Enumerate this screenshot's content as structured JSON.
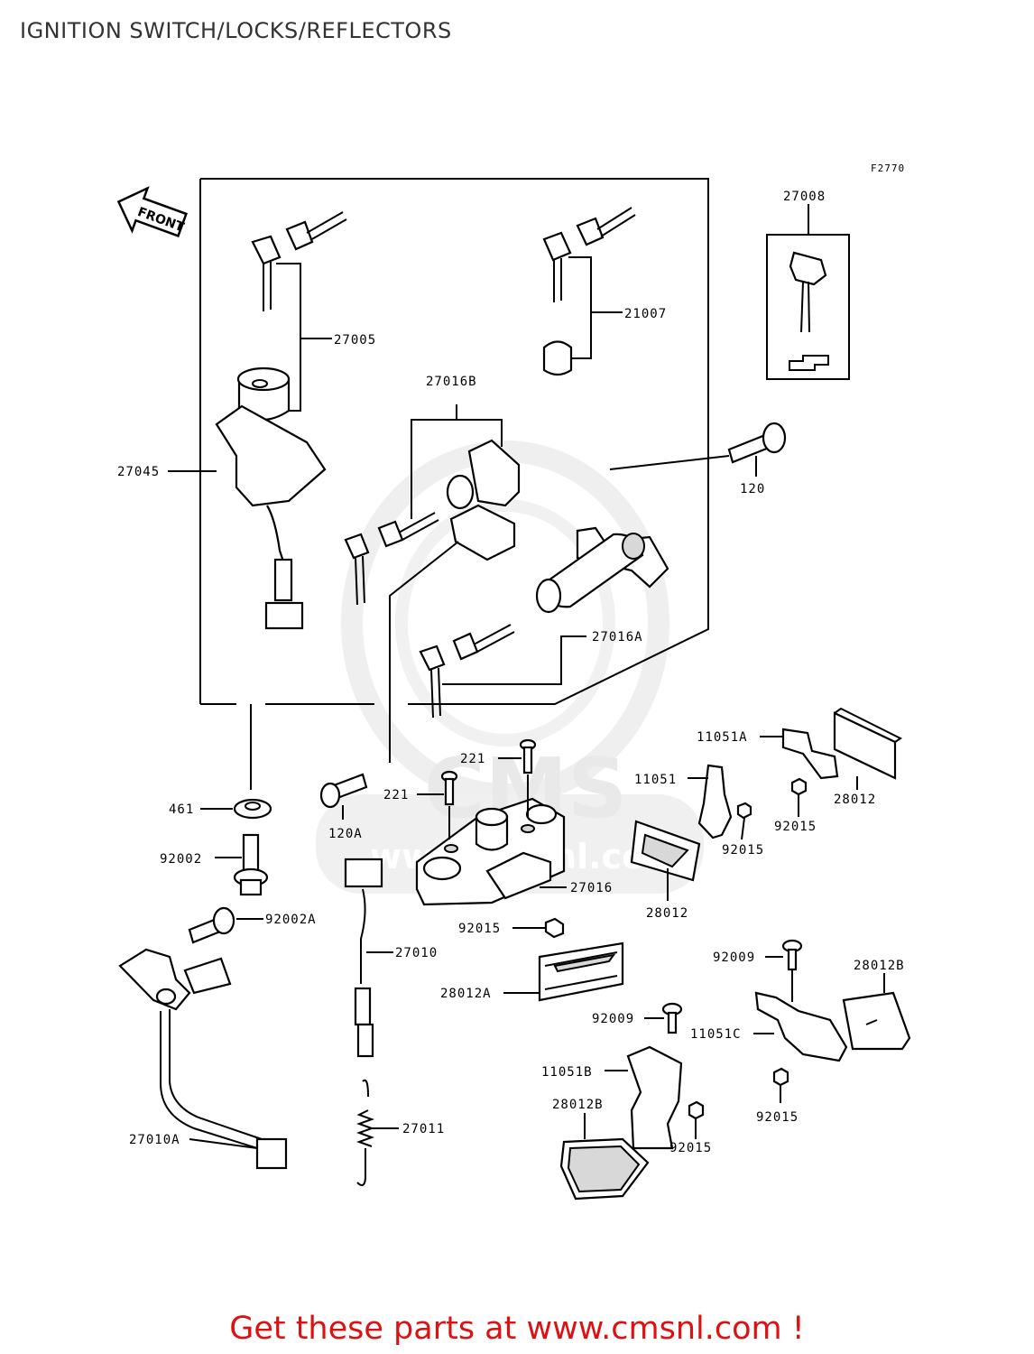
{
  "page": {
    "title": "IGNITION SWITCH/LOCKS/REFLECTORS"
  },
  "diagram": {
    "figure_code": "F2770",
    "front_label": "FRONT",
    "watermark_brand": "CMS",
    "watermark_url": "www.cmsnl.com",
    "callouts": {
      "c27008": "27008",
      "c21007": "21007",
      "c27005": "27005",
      "c27016b": "27016B",
      "c27045": "27045",
      "c120": "120",
      "c27016a": "27016A",
      "c11051a": "11051A",
      "c221a": "221",
      "c221b": "221",
      "c11051": "11051",
      "c28012a_r": "28012",
      "c461": "461",
      "c120a": "120A",
      "c92015a": "92015",
      "c92015b": "92015",
      "c92002": "92002",
      "c27016": "27016",
      "c28012b_r": "28012",
      "c92002a": "92002A",
      "c92015c": "92015",
      "c27010": "27010",
      "c92009a": "92009",
      "c28012b": "28012B",
      "c28012a": "28012A",
      "c92009b": "92009",
      "c11051c": "11051C",
      "c11051b": "11051B",
      "c28012b2": "28012B",
      "c27011": "27011",
      "c92015d": "92015",
      "c92015e": "92015",
      "c27010a": "27010A"
    }
  },
  "footer": {
    "cta": "Get these parts at www.cmsnl.com !"
  },
  "colors": {
    "footer": "#dd1111",
    "title": "#333333",
    "watermark": "#e4e4e4"
  }
}
